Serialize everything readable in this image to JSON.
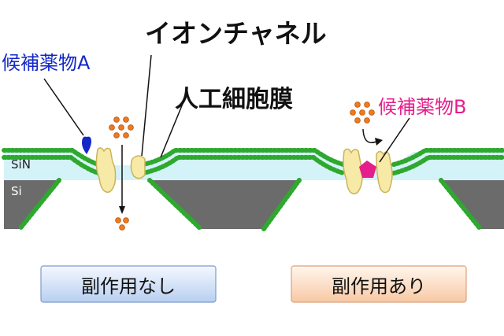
{
  "labels": {
    "ion_channel": "イオンチャネル",
    "membrane": "人工細胞膜",
    "drug_a": "候補薬物A",
    "drug_b": "候補薬物B",
    "sin": "SiN",
    "si": "Si"
  },
  "results": {
    "no_side_effect": "副作用なし",
    "side_effect": "副作用あり"
  },
  "colors": {
    "drug_a": "#1428c8",
    "drug_b": "#e61e8c",
    "sin_layer": "#d4f3f8",
    "si_layer": "#6b6b6b",
    "lipid": "#2ea82e",
    "channel": "#f7e9a6",
    "ion": "#f07a1e",
    "box_left": "#c9dcf5",
    "box_right": "#fbd9c0"
  }
}
